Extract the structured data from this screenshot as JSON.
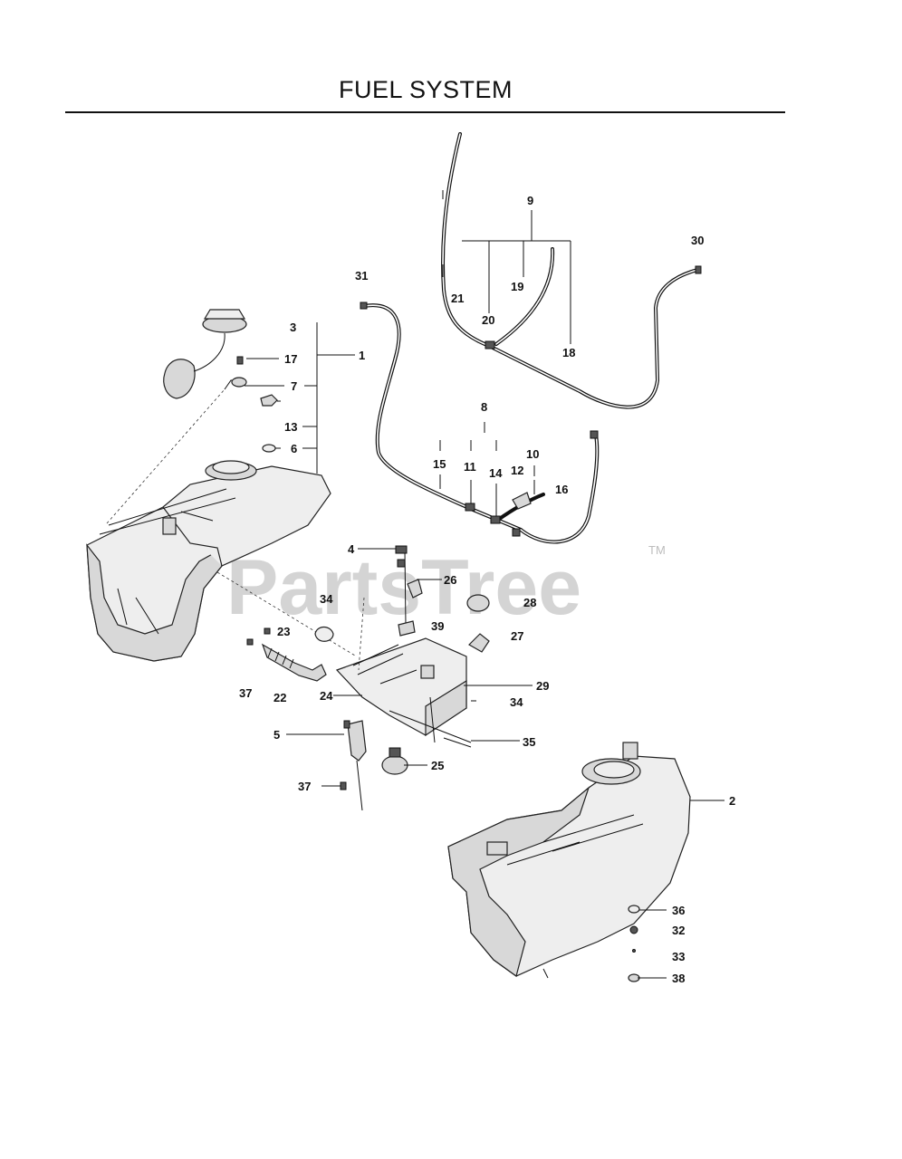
{
  "title": "FUEL SYSTEM",
  "watermark": "PartsTree",
  "trademark": "TM",
  "colors": {
    "ink": "#111111",
    "watermark": "#d4d4d4",
    "part_fill": "#d8d8d8"
  },
  "callouts": [
    {
      "id": "c1",
      "text": "1"
    },
    {
      "id": "c2",
      "text": "2"
    },
    {
      "id": "c3",
      "text": "3"
    },
    {
      "id": "c4",
      "text": "4"
    },
    {
      "id": "c5",
      "text": "5"
    },
    {
      "id": "c6",
      "text": "6"
    },
    {
      "id": "c7",
      "text": "7"
    },
    {
      "id": "c8",
      "text": "8"
    },
    {
      "id": "c9",
      "text": "9"
    },
    {
      "id": "c10",
      "text": "10"
    },
    {
      "id": "c11",
      "text": "11"
    },
    {
      "id": "c12",
      "text": "12"
    },
    {
      "id": "c13",
      "text": "13"
    },
    {
      "id": "c14",
      "text": "14"
    },
    {
      "id": "c15",
      "text": "15"
    },
    {
      "id": "c16",
      "text": "16"
    },
    {
      "id": "c17",
      "text": "17"
    },
    {
      "id": "c18",
      "text": "18"
    },
    {
      "id": "c19",
      "text": "19"
    },
    {
      "id": "c20",
      "text": "20"
    },
    {
      "id": "c21",
      "text": "21"
    },
    {
      "id": "c22",
      "text": "22"
    },
    {
      "id": "c23",
      "text": "23"
    },
    {
      "id": "c24",
      "text": "24"
    },
    {
      "id": "c25",
      "text": "25"
    },
    {
      "id": "c26",
      "text": "26"
    },
    {
      "id": "c27",
      "text": "27"
    },
    {
      "id": "c28",
      "text": "28"
    },
    {
      "id": "c29",
      "text": "29"
    },
    {
      "id": "c30",
      "text": "30"
    },
    {
      "id": "c31",
      "text": "31"
    },
    {
      "id": "c32",
      "text": "32"
    },
    {
      "id": "c33",
      "text": "33"
    },
    {
      "id": "c34a",
      "text": "34"
    },
    {
      "id": "c34b",
      "text": "34"
    },
    {
      "id": "c35",
      "text": "35"
    },
    {
      "id": "c36",
      "text": "36"
    },
    {
      "id": "c37a",
      "text": "37"
    },
    {
      "id": "c37b",
      "text": "37"
    },
    {
      "id": "c38",
      "text": "38"
    },
    {
      "id": "c39",
      "text": "39"
    }
  ]
}
